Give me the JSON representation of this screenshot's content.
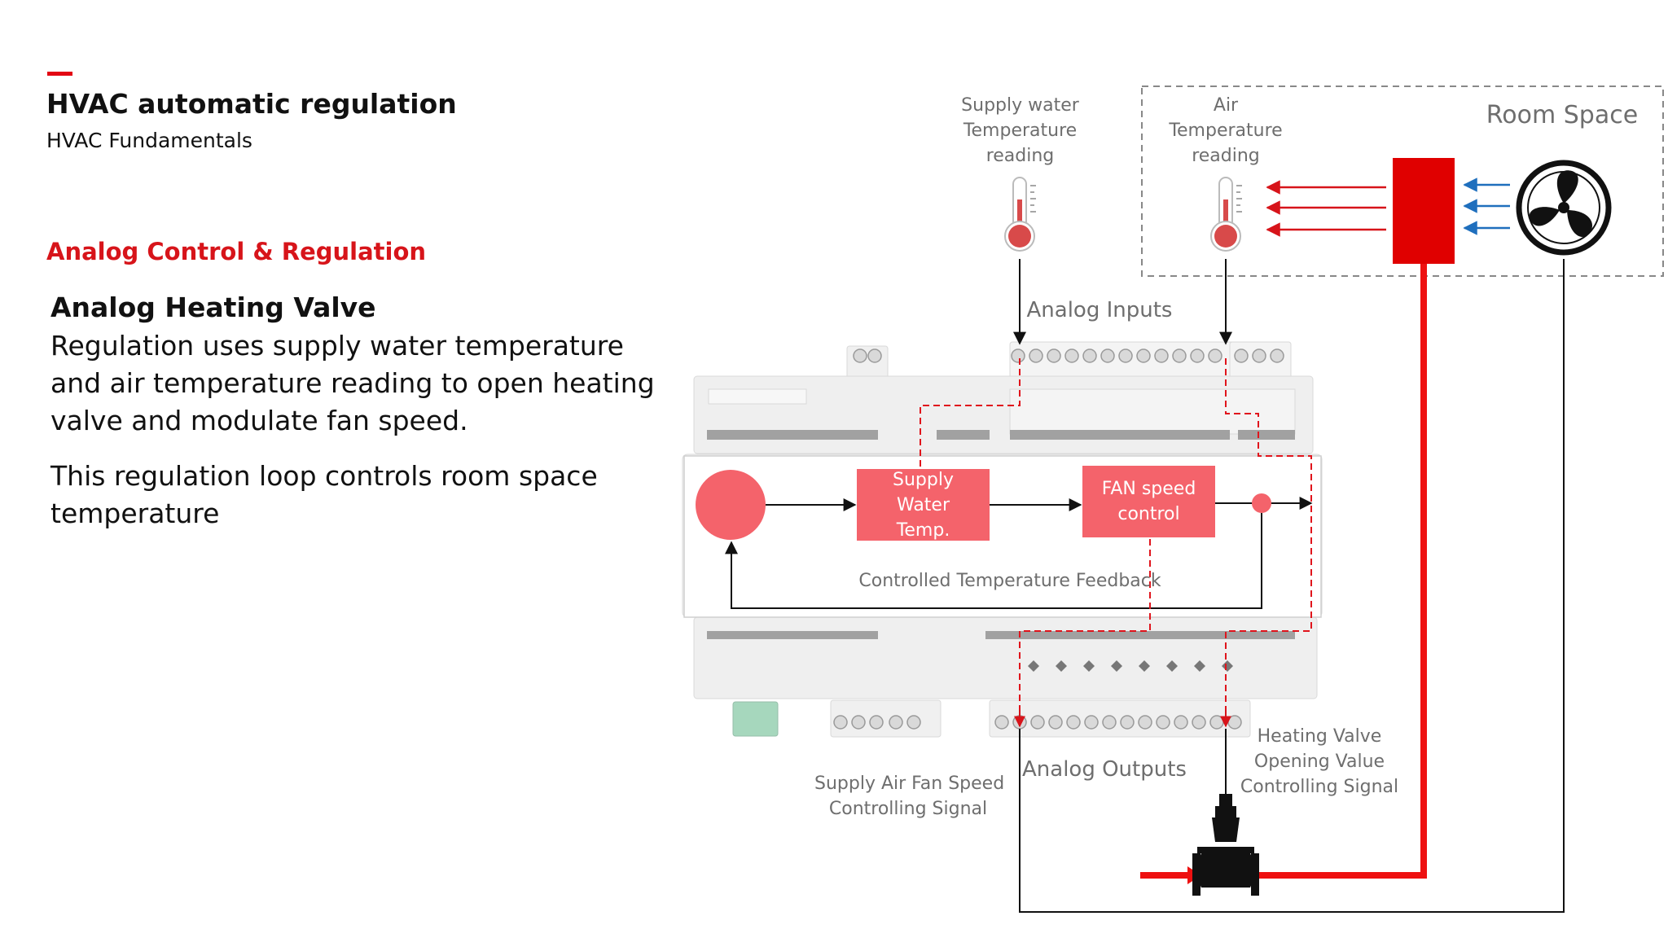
{
  "header": {
    "title": "HVAC automatic regulation",
    "subtitle": "HVAC Fundamentals"
  },
  "content": {
    "section_title": "Analog Control & Regulation",
    "heading": "Analog Heating Valve",
    "paragraph1": "Regulation uses supply water temperature and air temperature reading to open heating valve and modulate fan speed.",
    "paragraph2": "This regulation loop controls room space temperature"
  },
  "diagram": {
    "supply_water_label": [
      "Supply water",
      "Temperature",
      "reading"
    ],
    "air_temp_label": [
      "Air",
      "Temperature",
      "reading"
    ],
    "room_space": "Room Space",
    "analog_inputs": "Analog Inputs",
    "analog_outputs": "Analog Outputs",
    "block_supply_water": [
      "Supply",
      "Water",
      "Temp."
    ],
    "block_fan": [
      "FAN speed",
      "control"
    ],
    "feedback": "Controlled Temperature Feedback",
    "fan_signal_label": [
      "Supply Air Fan Speed",
      "Controlling Signal"
    ],
    "valve_signal_label": [
      "Heating Valve",
      "Opening Value",
      "Controlling Signal"
    ],
    "colors": {
      "accent": "#e30613",
      "block": "#f4636b",
      "heater": "#e00000",
      "pipe": "#ee1111",
      "air_arrow_blue": "#1f6fbd",
      "dashed_signal": "#e0141c"
    }
  }
}
